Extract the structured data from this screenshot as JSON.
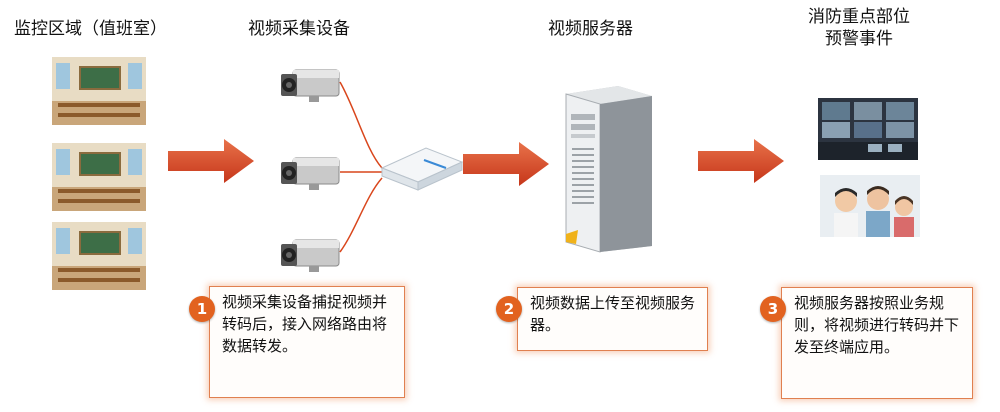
{
  "titles": {
    "monitor_area": "监控区域（值班室）",
    "capture_device": "视频采集设备",
    "video_server": "视频服务器",
    "fire_point_line1": "消防重点部位",
    "fire_point_line2": "预警事件"
  },
  "steps": [
    {
      "number": "1",
      "text": "视频采集设备捕捉视频并转码后，接入网络路由将数据转发。"
    },
    {
      "number": "2",
      "text": "视频数据上传至视频服务器。"
    },
    {
      "number": "3",
      "text": "视频服务器按照业务规则，将视频进行转码并下发至终端应用。"
    }
  ],
  "colors": {
    "arrow": "#d9461c",
    "badge": "#e2621f",
    "note_border": "#e08050"
  }
}
